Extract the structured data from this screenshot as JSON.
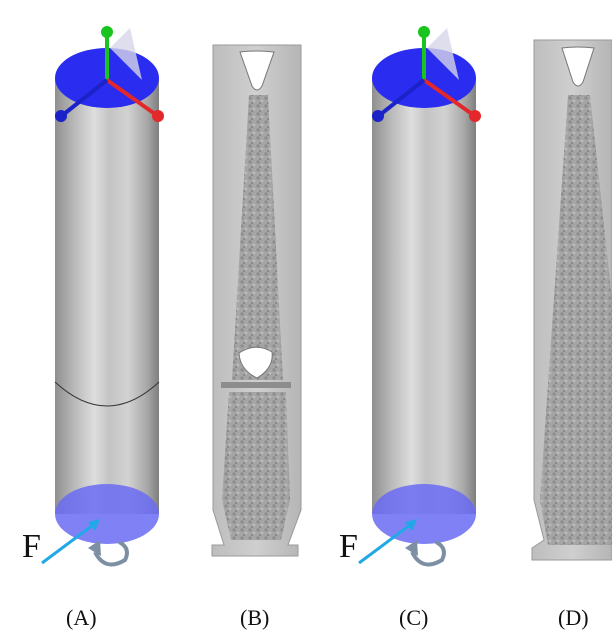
{
  "panels": [
    {
      "id": "A",
      "label": "(A)",
      "kind": "cylinder-model"
    },
    {
      "id": "B",
      "label": "(B)",
      "kind": "section-with-inner-void"
    },
    {
      "id": "C",
      "label": "(C)",
      "kind": "cylinder-model"
    },
    {
      "id": "D",
      "label": "(D)",
      "kind": "section-without-inner-void"
    }
  ],
  "force_symbol": "F",
  "colors": {
    "background": "#ffffff",
    "cylinder_gray": "#c8c8c8",
    "blue_cap": "#2a2cf0",
    "translucent_bottom": "#6b6bf5",
    "axis_green": "#19c41e",
    "axis_red": "#e3282b",
    "axis_blue": "#1b22c8",
    "force_arrow": "#22a8e6",
    "section_gray": "#9c9c9c"
  },
  "icons": [
    "axis-gizmo-icon",
    "force-arrow-icon",
    "moment-arrow-icon"
  ]
}
